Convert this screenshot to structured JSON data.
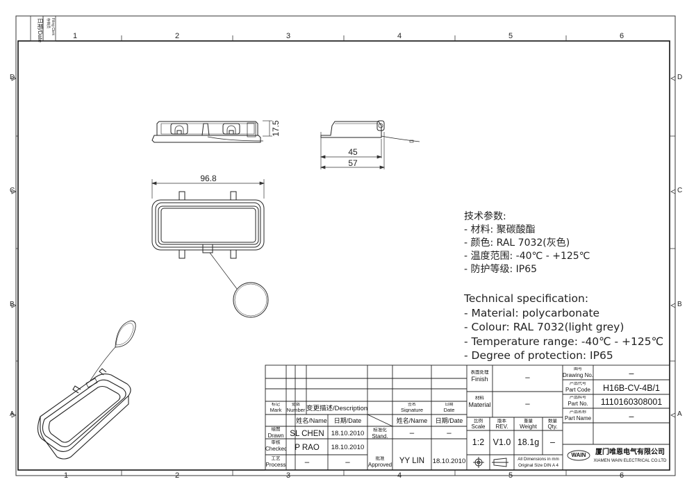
{
  "header_marks": {
    "date": "日期/Date",
    "filing_cn": "存档员",
    "filing_en": "Filing Clerk"
  },
  "zones": {
    "columns": [
      "1",
      "2",
      "3",
      "4",
      "5",
      "6"
    ],
    "rows": [
      "D",
      "C",
      "B",
      "A"
    ]
  },
  "dimensions": {
    "height": "17.5",
    "width_inner": "45",
    "width_outer": "57",
    "length": "96.8"
  },
  "spec_cn": {
    "title": "技术参数:",
    "material": "- 材料: 聚碳酸酯",
    "colour": "- 颜色: RAL 7032(灰色)",
    "temperature": "- 温度范围: -40℃ - +125℃",
    "protection": "- 防护等级: IP65"
  },
  "spec_en": {
    "title": "Technical specification:",
    "material": "- Material: polycarbonate",
    "colour": "- Colour: RAL 7032(light grey)",
    "temperature": "- Temperature range: -40℃ - +125℃",
    "protection": "- Degree of protection: IP65"
  },
  "revision_table": {
    "mark_cn": "标记",
    "mark_en": "Mark",
    "number_cn": "处数",
    "number_en": "Number",
    "description": "变更描述/Description",
    "signature_cn": "签名",
    "signature_en": "Signature",
    "date_cn": "日期",
    "date_en": "Date"
  },
  "title_block": {
    "name_header": "姓名/Name",
    "date_header": "日期/Date",
    "name_header2": "姓名/Name",
    "date_header2": "日期/Date",
    "drawn_cn": "绘图",
    "drawn_en": "Drawn",
    "checked_cn": "审核",
    "checked_en": "Checked",
    "process_cn": "工艺",
    "process_en": "Process",
    "drawn_name": "SL CHEN",
    "drawn_date": "18.10.2010",
    "checked_name": "P RAO",
    "checked_date": "18.10.2010",
    "process_name": "–",
    "process_date": "–",
    "stand_cn": "标准化",
    "stand_en": "Stand.",
    "stand_name": "–",
    "stand_date": "–",
    "approved_cn": "批准",
    "approved_en": "Approved",
    "approved_name": "YY LIN",
    "approved_date": "18.10.2010",
    "finish_cn": "表面处理",
    "finish_en": "Finish",
    "finish_value": "–",
    "material_cn": "材料",
    "material_en": "Material",
    "material_value": "–",
    "scale_cn": "比例",
    "scale_en": "Scale",
    "scale_value": "1:2",
    "rev_cn": "版本",
    "rev_en": "REV.",
    "rev_value": "V1.0",
    "weight_cn": "重量",
    "weight_en": "Weight",
    "weight_value": "18.1g",
    "qty_cn": "数量",
    "qty_en": "Qty.",
    "qty_value": "–",
    "dim_note1": "All Dimensions in mm",
    "dim_note2": "Original Size DIN A 4",
    "drawing_no_cn": "图号",
    "drawing_no_en": "Drawing No.",
    "drawing_no_value": "–",
    "part_code_cn": "产品代号",
    "part_code_en": "Part Code",
    "part_code_value": "H16B-CV-4B/1",
    "part_no_cn": "产品料号",
    "part_no_en": "Part No.",
    "part_no_value": "1110160308001",
    "part_name_cn": "产品名称",
    "part_name_en": "Part Name",
    "part_name_value": "–",
    "logo_text": "WAIN",
    "company_cn": "厦门唯恩电气有限公司",
    "company_en": "XIAMEN WAIN ELECTRICAL CO.LTD"
  }
}
